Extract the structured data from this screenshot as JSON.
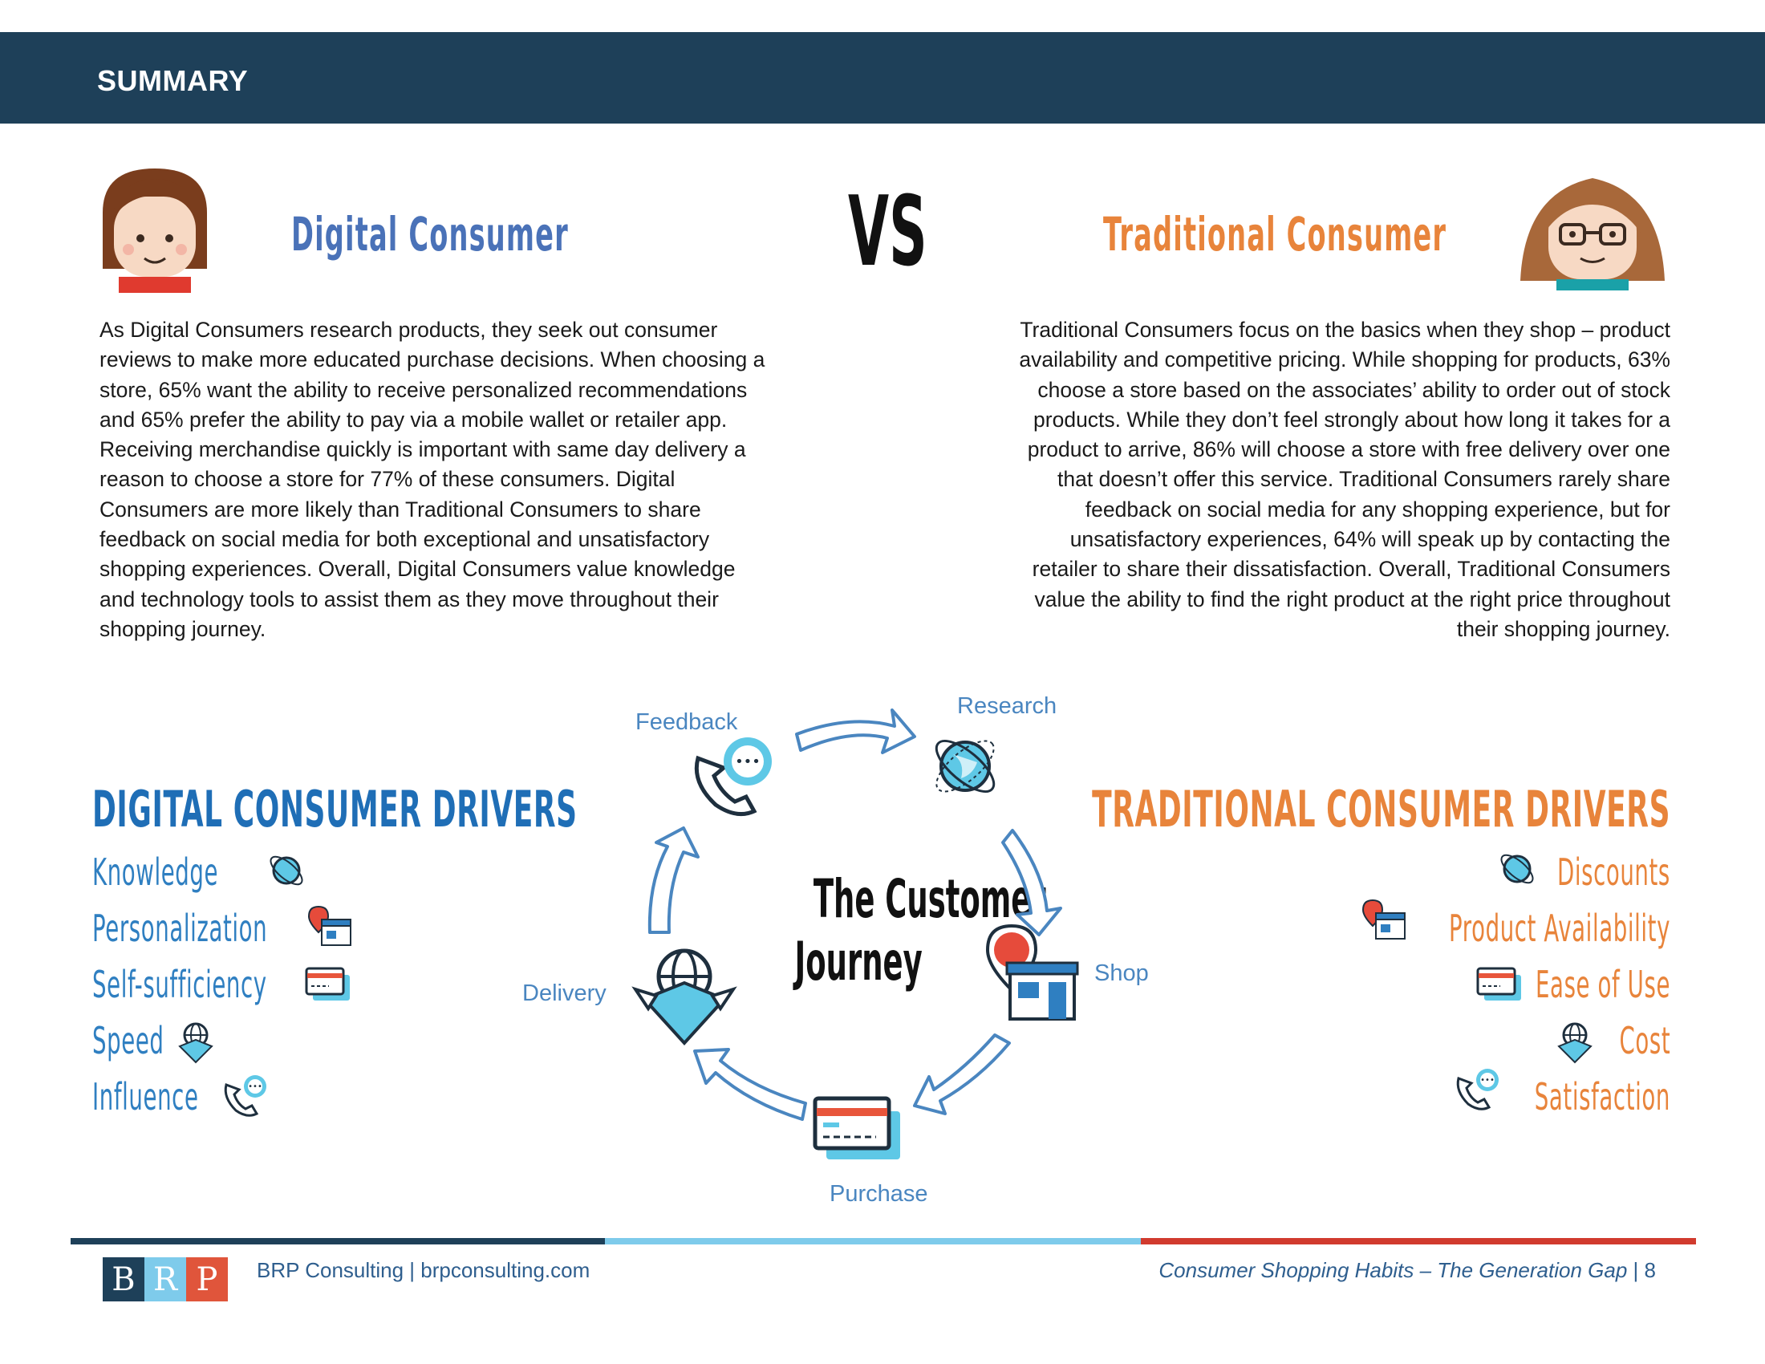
{
  "header": {
    "title": "SUMMARY"
  },
  "digital": {
    "title": "Digital Consumer",
    "paragraph_lines": [
      "As Digital Consumers research products, they seek out consumer",
      "reviews to make more educated purchase decisions. When choosing a",
      "store, 65% want the ability to receive personalized recommendations",
      "and 65% prefer the ability to pay via a mobile wallet or retailer app.",
      "Receiving merchandise quickly is important with same day delivery a",
      "reason to choose a store for 77% of these consumers. Digital",
      "Consumers are more likely than Traditional Consumers to share",
      "feedback on social media for both exceptional and unsatisfactory",
      "shopping experiences. Overall, Digital Consumers value knowledge",
      "and technology tools to assist them as they move throughout their",
      "shopping journey."
    ],
    "drivers_title": "DIGITAL CONSUMER DRIVERS",
    "drivers": [
      "Knowledge",
      "Personalization",
      "Self-sufficiency",
      "Speed",
      "Influence"
    ]
  },
  "vs": "VS",
  "traditional": {
    "title": "Traditional Consumer",
    "paragraph_lines": [
      "Traditional Consumers focus on the basics when they shop – product",
      "availability and competitive pricing. While shopping for products, 63%",
      "choose a store based on the associates’ ability to order out of stock",
      "products. While they don’t feel strongly about how long it takes for a",
      "product to arrive, 86% will choose a store with free delivery over one",
      "that doesn’t offer this service. Traditional Consumers rarely share",
      "feedback on social media for any shopping experience, but for",
      "unsatisfactory experiences, 64% will speak up by contacting the",
      "retailer to share their dissatisfaction. Overall, Traditional Consumers",
      "value the ability to find the right product at the right price throughout",
      "their shopping journey."
    ],
    "drivers_title": "TRADITIONAL CONSUMER DRIVERS",
    "drivers": [
      "Discounts",
      "Product Availability",
      "Ease of Use",
      "Cost",
      "Satisfaction"
    ]
  },
  "journey": {
    "title_line1": "The Customer",
    "title_line2": "Journey",
    "stages": {
      "feedback": "Feedback",
      "research": "Research",
      "shop": "Shop",
      "purchase": "Purchase",
      "delivery": "Delivery"
    }
  },
  "footer": {
    "logo_letters": [
      "B",
      "R",
      "P"
    ],
    "left_text": "BRP Consulting | brpconsulting.com",
    "right_title": "Consumer Shopping Habits – The Generation Gap",
    "page_separator": "|",
    "page_number": "8"
  },
  "colors": {
    "header_bg": "#1e4059",
    "digital_accent": "#4a72b8",
    "traditional_accent": "#e8843b",
    "cycle_arrow": "#4a86c0",
    "footer_dark": "#1e4059",
    "footer_light": "#7ecbeb",
    "footer_red": "#d13b2e"
  },
  "icons": [
    "female-avatar-icon",
    "female-glasses-avatar-icon",
    "chat-phone-icon",
    "globe-satellite-icon",
    "location-store-icon",
    "credit-card-icon",
    "globe-box-icon"
  ]
}
